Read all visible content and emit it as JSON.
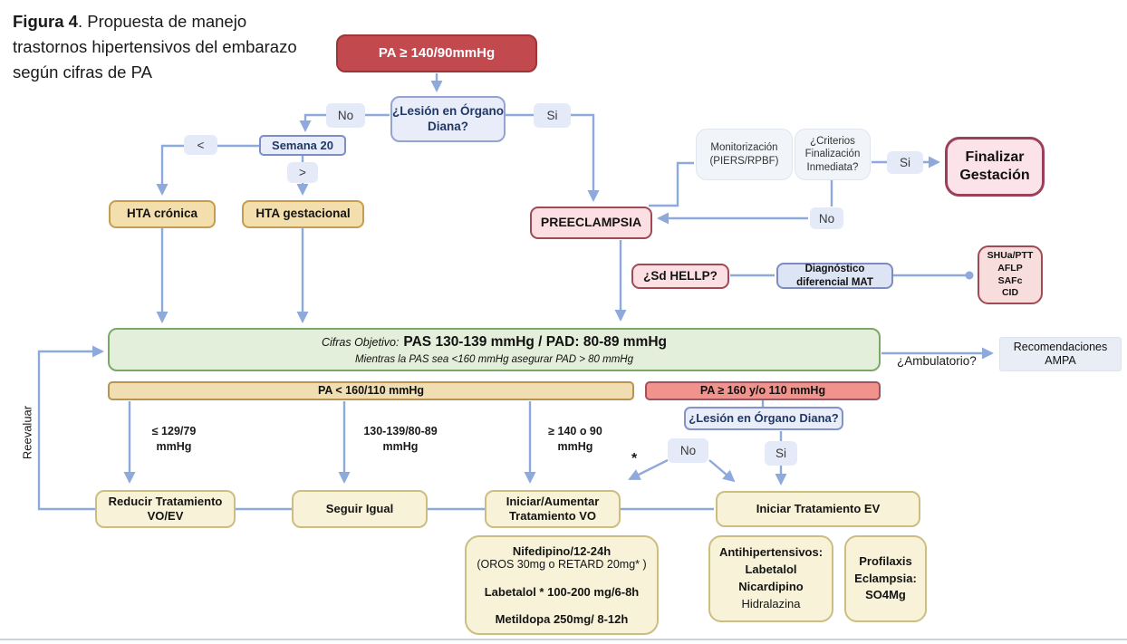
{
  "colors": {
    "arrow": "#8ea9db",
    "alert_red_bg": "#c2494e",
    "alert_red_border": "#9e3639",
    "green_bg": "#e3efda",
    "green_border": "#7aa967",
    "tan_bar_bg": "#f0ddb2",
    "tan_bar_border": "#b8944e",
    "danger_bar_bg": "#f0938d",
    "pink_bg": "#fbdfe3",
    "maroon_border": "#a04a55",
    "lavender_bg": "#e9edf9",
    "cream_bg": "#f8f3d8"
  },
  "title": {
    "bold": "Figura 4",
    "rest": ". Propuesta de manejo trastornos hipertensivos del embarazo según cifras de PA"
  },
  "nodes": {
    "pa_inicial": "PA ≥ 140/90mmHg",
    "lesion_organo_top": "¿Lesión en Órgano Diana?",
    "label_no_top": "No",
    "label_si_top": "Si",
    "semana20": "Semana 20",
    "label_menor": "<",
    "label_mayor": ">",
    "hta_cronica": "HTA crónica",
    "hta_gestacional": "HTA gestacional",
    "monitorizacion": "Monitorización (PIERS/RPBF)",
    "criterios_finalizacion": "¿Criterios Finalización Inmediata?",
    "label_si_finalizar": "Si",
    "finalizar_gestacion": "Finalizar Gestación",
    "label_no_criterios": "No",
    "preeclampsia": "PREECLAMPSIA",
    "sd_hellp": "¿Sd HELLP?",
    "diagnostico_mat": "Diagnóstico diferencial MAT",
    "mat_lineas": [
      "SHUa/PTT",
      "AFLP",
      "SAFc",
      "CID"
    ],
    "cifras_objetivo_label": "Cifras Objetivo:",
    "cifras_objetivo_valor": "PAS 130-139 mmHg / PAD: 80-89 mmHg",
    "cifras_objetivo_nota": "Mientras la PAS sea <160 mmHg asegurar PAD > 80 mmHg",
    "ambulatorio": "¿Ambulatorio?",
    "recomendaciones_ampa": "Recomendaciones AMPA",
    "pa_controlada": "PA < 160/110 mmHg",
    "pa_severa": "PA ≥ 160 y/o 110 mmHg",
    "lesion_organo_severa": "¿Lesión en Órgano Diana?",
    "rango_bajo": "≤ 129/79 mmHg",
    "rango_objetivo": "130-139/80-89 mmHg",
    "rango_alto": "≥ 140 o 90 mmHg",
    "label_no_severa": "No",
    "label_si_severa": "Si",
    "asterisco": "*",
    "reducir_tratamiento": "Reducir Tratamiento VO/EV",
    "seguir_igual": "Seguir Igual",
    "iniciar_vo": "Iniciar/Aumentar Tratamiento VO",
    "iniciar_ev": "Iniciar Tratamiento EV",
    "vo_farmacos": {
      "nifedipino": "Nifedipino/12-24h",
      "nifedipino_detalle": "(OROS 30mg o RETARD 20mg* )",
      "labetalol": "Labetalol * 100-200 mg/6-8h",
      "metildopa": "Metildopa 250mg/ 8-12h"
    },
    "ev_farmacos": {
      "titulo": "Antihipertensivos:",
      "l1": "Labetalol",
      "l2": "Nicardipino",
      "l3": "Hidralazina"
    },
    "profilaxis": "Profilaxis Eclampsia: SO4Mg",
    "reevaluar": "Reevaluar"
  }
}
